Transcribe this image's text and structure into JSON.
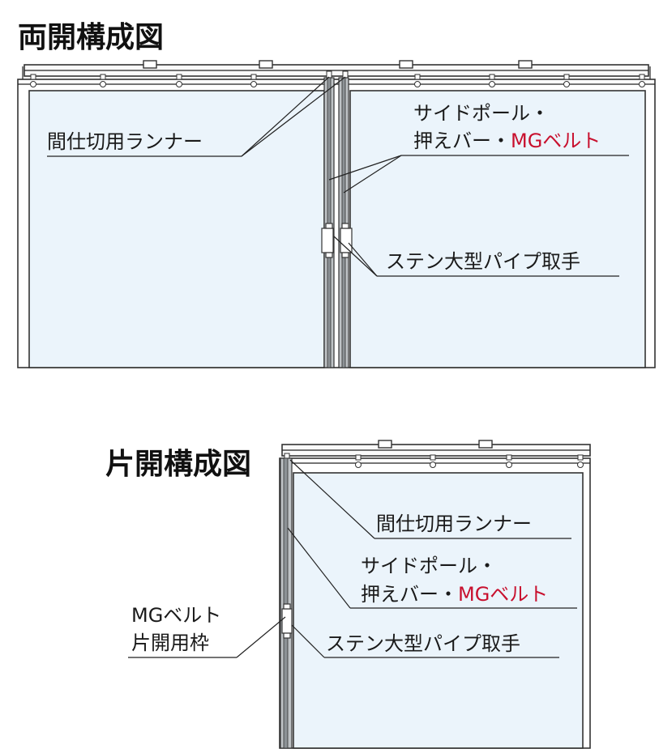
{
  "double": {
    "title": "両開構成図",
    "label_runner": "間仕切用ランナー",
    "label_pole_line1": "サイドポール・",
    "label_pole_line2_black": "押えバー・",
    "label_pole_line2_red": "MGベルト",
    "label_handle": "ステン大型パイプ取手"
  },
  "single": {
    "title": "片開構成図",
    "label_runner": "間仕切用ランナー",
    "label_pole_line1": "サイドポール・",
    "label_pole_line2_black": "押えバー・",
    "label_pole_line2_red": "MGベルト",
    "label_handle": "ステン大型パイプ取手",
    "label_frame_line1": "MGベルト",
    "label_frame_line2": "片開用枠"
  },
  "colors": {
    "accent_red": "#c8102e",
    "panel_fill": "#ebf4fb",
    "pole_gray": "#bfc3c6"
  }
}
